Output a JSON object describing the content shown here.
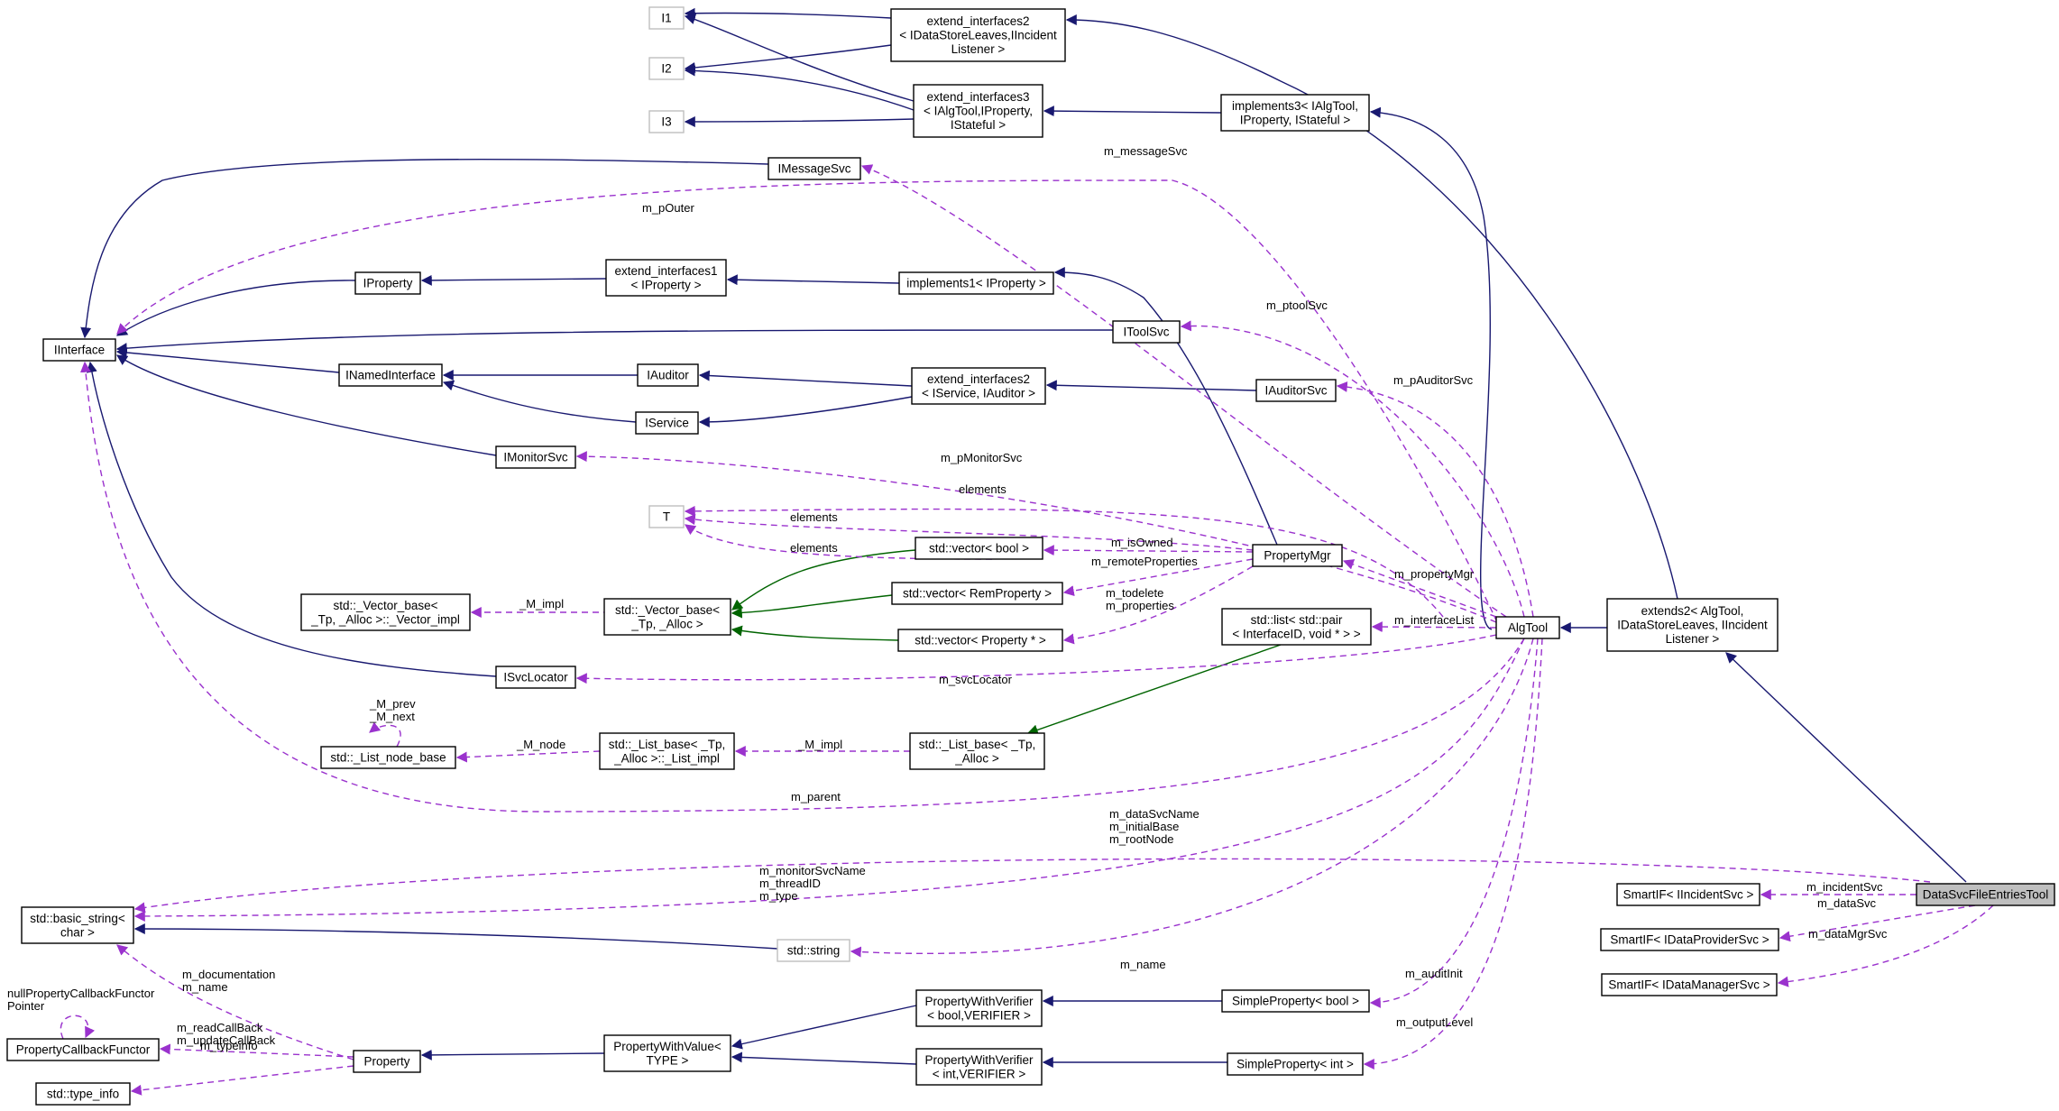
{
  "colors": {
    "inheritance": "#191970",
    "private_inheritance": "#006400",
    "usage": "#9a32cd",
    "highlight_fill": "#bfbfbf",
    "template_param_border": "#bfbfbf"
  },
  "nodes": [
    {
      "id": "I1",
      "lines": [
        "I1"
      ]
    },
    {
      "id": "I2",
      "lines": [
        "I2"
      ]
    },
    {
      "id": "I3",
      "lines": [
        "I3"
      ]
    },
    {
      "id": "ext_if2_ds",
      "lines": [
        "extend_interfaces2",
        "< IDataStoreLeaves,IIncident",
        "Listener >"
      ]
    },
    {
      "id": "ext_if3",
      "lines": [
        "extend_interfaces3",
        "< IAlgTool,IProperty,",
        "IStateful >"
      ]
    },
    {
      "id": "impl3",
      "lines": [
        "implements3< IAlgTool,",
        "IProperty, IStateful >"
      ]
    },
    {
      "id": "IMessageSvc",
      "lines": [
        "IMessageSvc"
      ]
    },
    {
      "id": "IInterface",
      "lines": [
        "IInterface"
      ]
    },
    {
      "id": "IProperty",
      "lines": [
        "IProperty"
      ]
    },
    {
      "id": "ext_if1",
      "lines": [
        "extend_interfaces1",
        "< IProperty >"
      ]
    },
    {
      "id": "impl1",
      "lines": [
        "implements1< IProperty >"
      ]
    },
    {
      "id": "IToolSvc",
      "lines": [
        "IToolSvc"
      ]
    },
    {
      "id": "INamedInterface",
      "lines": [
        "INamedInterface"
      ]
    },
    {
      "id": "IAuditor",
      "lines": [
        "IAuditor"
      ]
    },
    {
      "id": "ext_if2_svc",
      "lines": [
        "extend_interfaces2",
        "< IService, IAuditor >"
      ]
    },
    {
      "id": "IAuditorSvc",
      "lines": [
        "IAuditorSvc"
      ]
    },
    {
      "id": "IService",
      "lines": [
        "IService"
      ]
    },
    {
      "id": "IMonitorSvc",
      "lines": [
        "IMonitorSvc"
      ]
    },
    {
      "id": "T",
      "lines": [
        "T"
      ]
    },
    {
      "id": "vec_bool",
      "lines": [
        "std::vector< bool >"
      ]
    },
    {
      "id": "PropertyMgr",
      "lines": [
        "PropertyMgr"
      ]
    },
    {
      "id": "vec_remprop",
      "lines": [
        "std::vector< RemProperty >"
      ]
    },
    {
      "id": "vector_impl",
      "lines": [
        "std::_Vector_base<",
        "_Tp, _Alloc >::_Vector_impl"
      ]
    },
    {
      "id": "vector_base",
      "lines": [
        "std::_Vector_base<",
        "_Tp, _Alloc >"
      ]
    },
    {
      "id": "vec_prop",
      "lines": [
        "std::vector< Property * >"
      ]
    },
    {
      "id": "list_pair",
      "lines": [
        "std::list< std::pair",
        "< InterfaceID, void * > >"
      ]
    },
    {
      "id": "AlgTool",
      "lines": [
        "AlgTool"
      ]
    },
    {
      "id": "extends2",
      "lines": [
        "extends2< AlgTool,",
        "IDataStoreLeaves, IIncident",
        "Listener >"
      ]
    },
    {
      "id": "ISvcLocator",
      "lines": [
        "ISvcLocator"
      ]
    },
    {
      "id": "list_node_base",
      "lines": [
        "std::_List_node_base"
      ]
    },
    {
      "id": "list_impl",
      "lines": [
        "std::_List_base< _Tp,",
        "_Alloc >::_List_impl"
      ]
    },
    {
      "id": "list_base",
      "lines": [
        "std::_List_base< _Tp,",
        "_Alloc >"
      ]
    },
    {
      "id": "basic_string",
      "lines": [
        "std::basic_string<",
        "char >"
      ]
    },
    {
      "id": "std_string",
      "lines": [
        "std::string"
      ]
    },
    {
      "id": "SmartIF_incident",
      "lines": [
        "SmartIF< IIncidentSvc >"
      ]
    },
    {
      "id": "DataSvcFileEntriesTool",
      "lines": [
        "DataSvcFileEntriesTool"
      ]
    },
    {
      "id": "SmartIF_provider",
      "lines": [
        "SmartIF< IDataProviderSvc >"
      ]
    },
    {
      "id": "SmartIF_manager",
      "lines": [
        "SmartIF< IDataManagerSvc >"
      ]
    },
    {
      "id": "PWV_bool",
      "lines": [
        "PropertyWithVerifier",
        "< bool,VERIFIER >"
      ]
    },
    {
      "id": "SimpleProp_bool",
      "lines": [
        "SimpleProperty< bool >"
      ]
    },
    {
      "id": "PropCallbackFunctor",
      "lines": [
        "PropertyCallbackFunctor"
      ]
    },
    {
      "id": "Property",
      "lines": [
        "Property"
      ]
    },
    {
      "id": "PropertyWithValue",
      "lines": [
        "PropertyWithValue<",
        "TYPE >"
      ]
    },
    {
      "id": "PWV_int",
      "lines": [
        "PropertyWithVerifier",
        "< int,VERIFIER >"
      ]
    },
    {
      "id": "SimpleProp_int",
      "lines": [
        "SimpleProperty< int >"
      ]
    },
    {
      "id": "type_info",
      "lines": [
        "std::type_info"
      ]
    }
  ],
  "edge_labels": {
    "m_messageSvc": [
      "m_messageSvc"
    ],
    "m_pOuter": [
      "m_pOuter"
    ],
    "m_ptoolSvc": [
      "m_ptoolSvc"
    ],
    "m_pAuditorSvc": [
      "m_pAuditorSvc"
    ],
    "m_pMonitorSvc": [
      "m_pMonitorSvc"
    ],
    "elements_top": [
      "elements"
    ],
    "elements_a": [
      "elements"
    ],
    "elements_b": [
      "elements"
    ],
    "m_isOwned": [
      "m_isOwned"
    ],
    "m_remoteProperties": [
      "m_remoteProperties"
    ],
    "m_propertyMgr": [
      "m_propertyMgr"
    ],
    "M_impl_vec": [
      "_M_impl"
    ],
    "m_todelete": [
      "m_todelete",
      "m_properties"
    ],
    "m_interfaceList": [
      "m_interfaceList"
    ],
    "m_svcLocator": [
      "m_svcLocator"
    ],
    "M_prev": [
      "_M_prev",
      "_M_next"
    ],
    "M_node": [
      "_M_node"
    ],
    "M_impl_list": [
      "_M_impl"
    ],
    "m_parent": [
      "m_parent"
    ],
    "m_dataSvcName": [
      "m_dataSvcName",
      "m_initialBase",
      "m_rootNode"
    ],
    "m_monitorSvcName": [
      "m_monitorSvcName",
      "m_threadID",
      "m_type"
    ],
    "m_incidentSvc": [
      "m_incidentSvc"
    ],
    "m_dataSvc": [
      "m_dataSvc"
    ],
    "m_dataMgrSvc": [
      "m_dataMgrSvc"
    ],
    "m_documentation": [
      "m_documentation",
      "m_name"
    ],
    "nullPropertyCallback": [
      "nullPropertyCallbackFunctor",
      "Pointer"
    ],
    "m_readCallBack": [
      "m_readCallBack",
      "m_updateCallBack"
    ],
    "m_typeinfo": [
      "m_typeinfo"
    ],
    "m_name": [
      "m_name"
    ],
    "m_auditInit": [
      "m_auditInit"
    ],
    "m_outputLevel": [
      "m_outputLevel"
    ]
  }
}
